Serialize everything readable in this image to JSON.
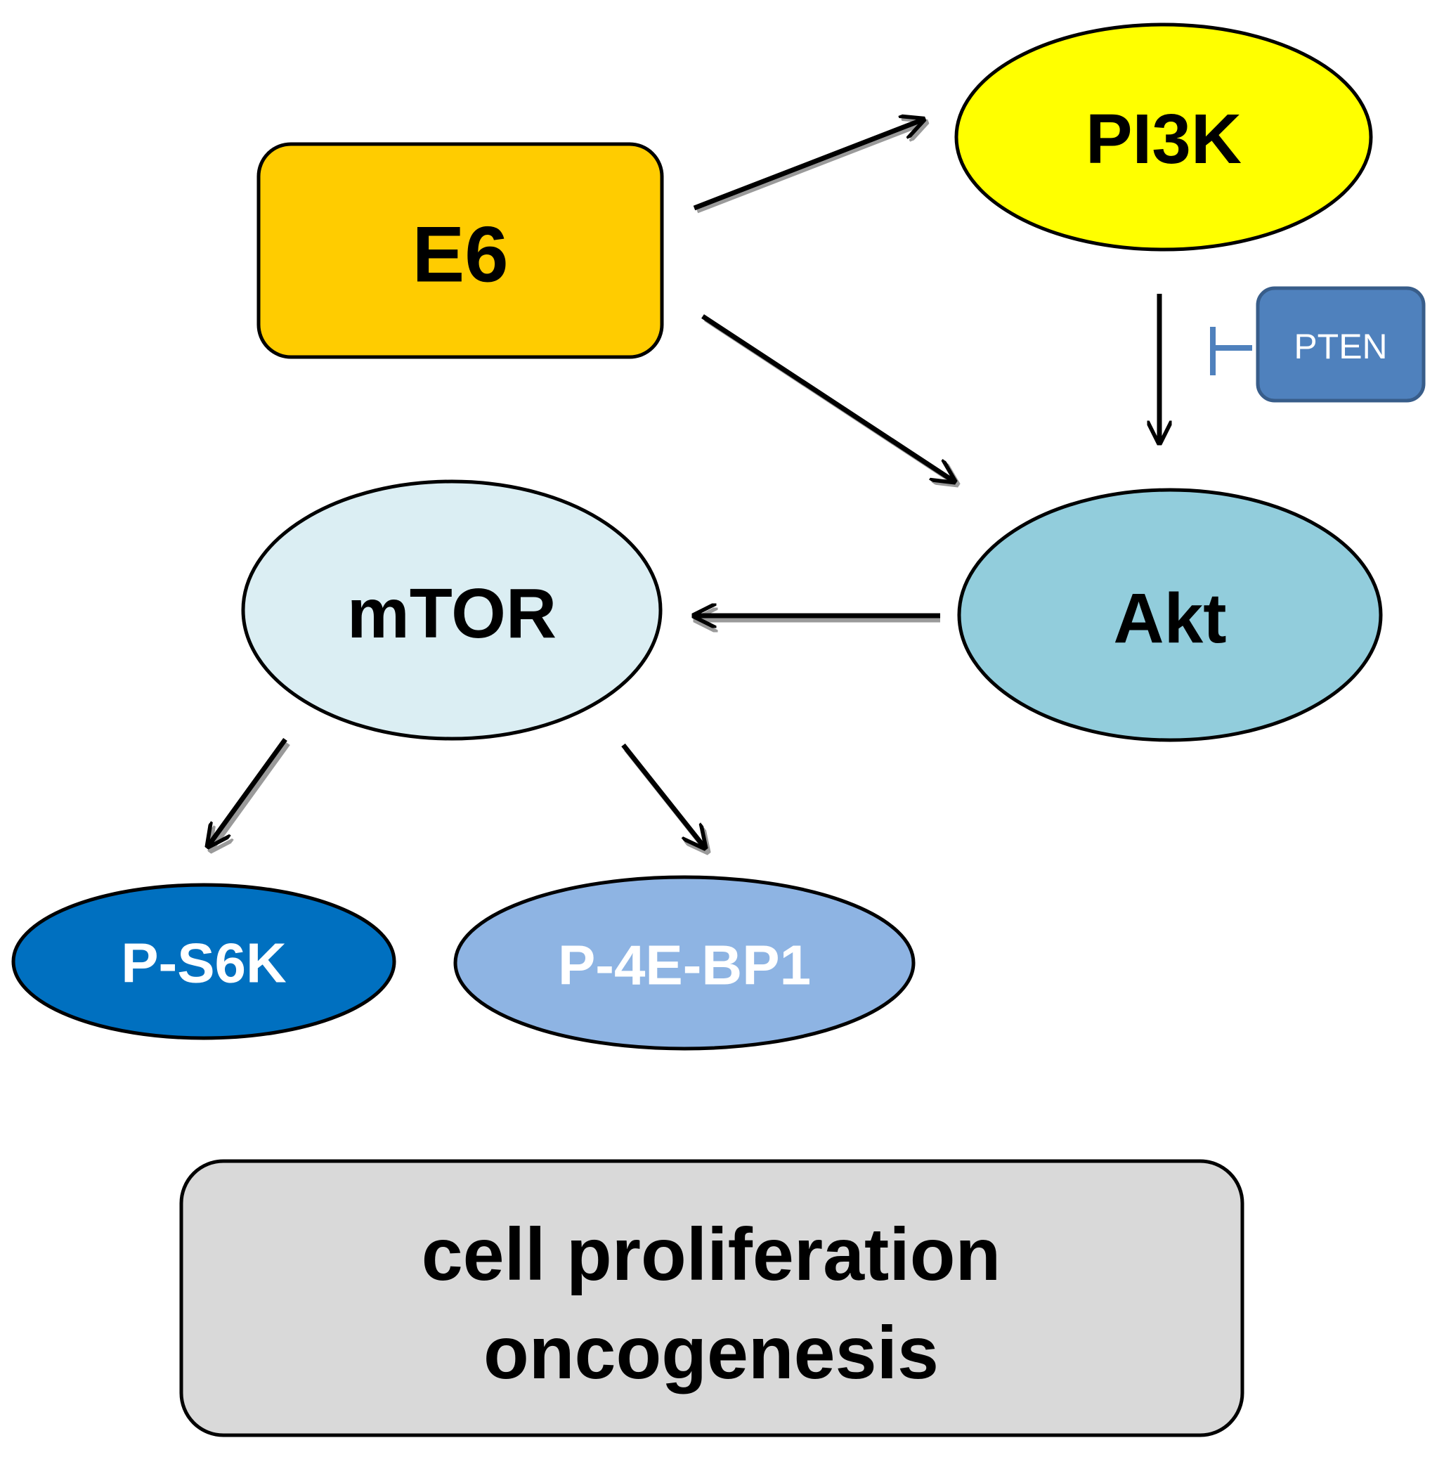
{
  "colors": {
    "e6": "#FFCC00",
    "pi3k": "#FFFF00",
    "akt": "#92CDDC",
    "mtor": "#DBEEF3",
    "ps6k": "#0070C0",
    "p4ebp1": "#8EB4E3",
    "pten": "#4F81BD",
    "inhibit": "#4F81BD",
    "outcome": "#D9D9D9",
    "stroke": "#000000"
  },
  "nodes": {
    "e6": {
      "label": "E6"
    },
    "pi3k": {
      "label": "PI3K"
    },
    "pten": {
      "label": "PTEN"
    },
    "akt": {
      "label": "Akt"
    },
    "mtor": {
      "label": "mTOR"
    },
    "ps6k": {
      "label": "P-S6K"
    },
    "p4ebp1": {
      "label": "P-4E-BP1"
    }
  },
  "outcome": {
    "line1": "cell proliferation",
    "line2": "oncogenesis"
  },
  "edges": [
    {
      "from": "E6",
      "to": "PI3K",
      "type": "activation"
    },
    {
      "from": "E6",
      "to": "Akt",
      "type": "activation"
    },
    {
      "from": "PI3K",
      "to": "Akt",
      "type": "activation"
    },
    {
      "from": "PTEN",
      "to": "PI3K-Akt",
      "type": "inhibition"
    },
    {
      "from": "Akt",
      "to": "mTOR",
      "type": "activation"
    },
    {
      "from": "mTOR",
      "to": "P-S6K",
      "type": "activation"
    },
    {
      "from": "mTOR",
      "to": "P-4E-BP1",
      "type": "activation"
    }
  ]
}
